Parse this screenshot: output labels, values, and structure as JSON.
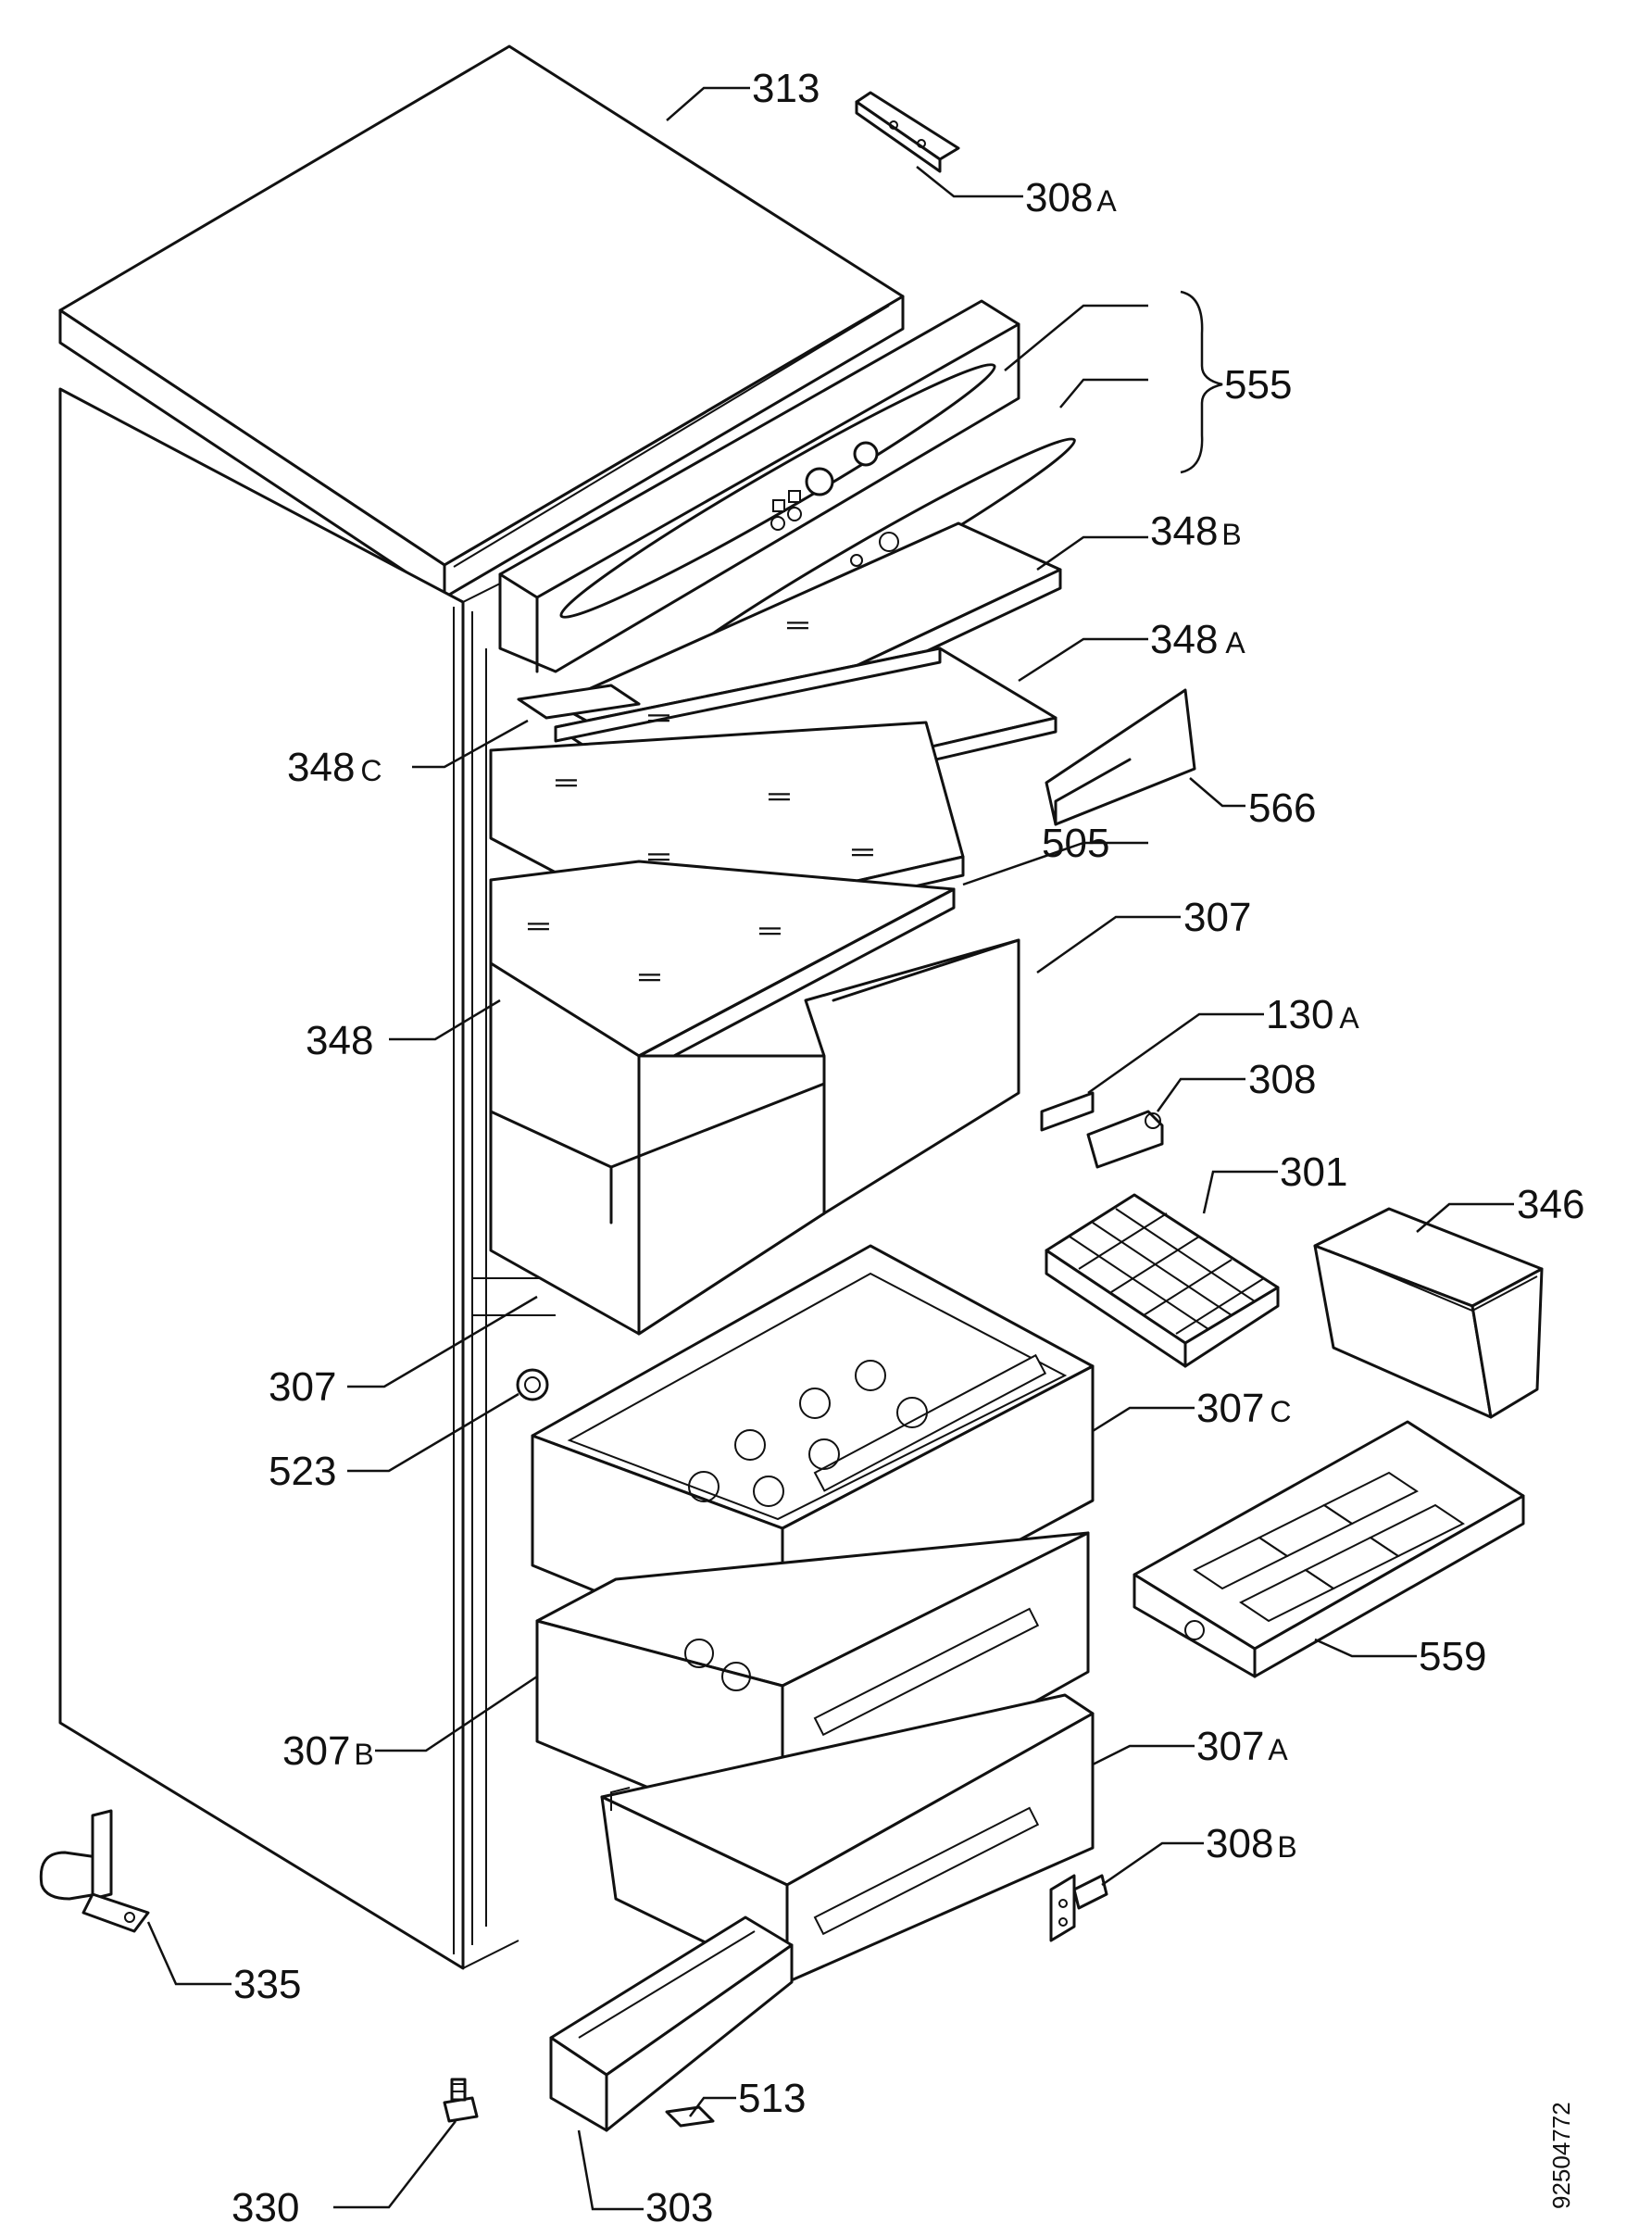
{
  "labels": {
    "l313": {
      "num": "313",
      "suf": ""
    },
    "l308a": {
      "num": "308",
      "suf": "A"
    },
    "l555": {
      "num": "555",
      "suf": ""
    },
    "l348b": {
      "num": "348",
      "suf": "B"
    },
    "l348a": {
      "num": "348",
      "suf": "A"
    },
    "l348c": {
      "num": "348",
      "suf": "C"
    },
    "l566": {
      "num": "566",
      "suf": ""
    },
    "l505": {
      "num": "505",
      "suf": ""
    },
    "l307top": {
      "num": "307",
      "suf": ""
    },
    "l348": {
      "num": "348",
      "suf": ""
    },
    "l130a": {
      "num": "130",
      "suf": "A"
    },
    "l308": {
      "num": "308",
      "suf": ""
    },
    "l301": {
      "num": "301",
      "suf": ""
    },
    "l346": {
      "num": "346",
      "suf": ""
    },
    "l307left": {
      "num": "307",
      "suf": ""
    },
    "l307c": {
      "num": "307",
      "suf": "C"
    },
    "l523": {
      "num": "523",
      "suf": ""
    },
    "l559": {
      "num": "559",
      "suf": ""
    },
    "l307b": {
      "num": "307",
      "suf": "B"
    },
    "l307a": {
      "num": "307",
      "suf": "A"
    },
    "l308b": {
      "num": "308",
      "suf": "B"
    },
    "l335": {
      "num": "335",
      "suf": ""
    },
    "l513": {
      "num": "513",
      "suf": ""
    },
    "l330": {
      "num": "330",
      "suf": ""
    },
    "l303": {
      "num": "303",
      "suf": ""
    }
  },
  "doc_number": "92504772"
}
